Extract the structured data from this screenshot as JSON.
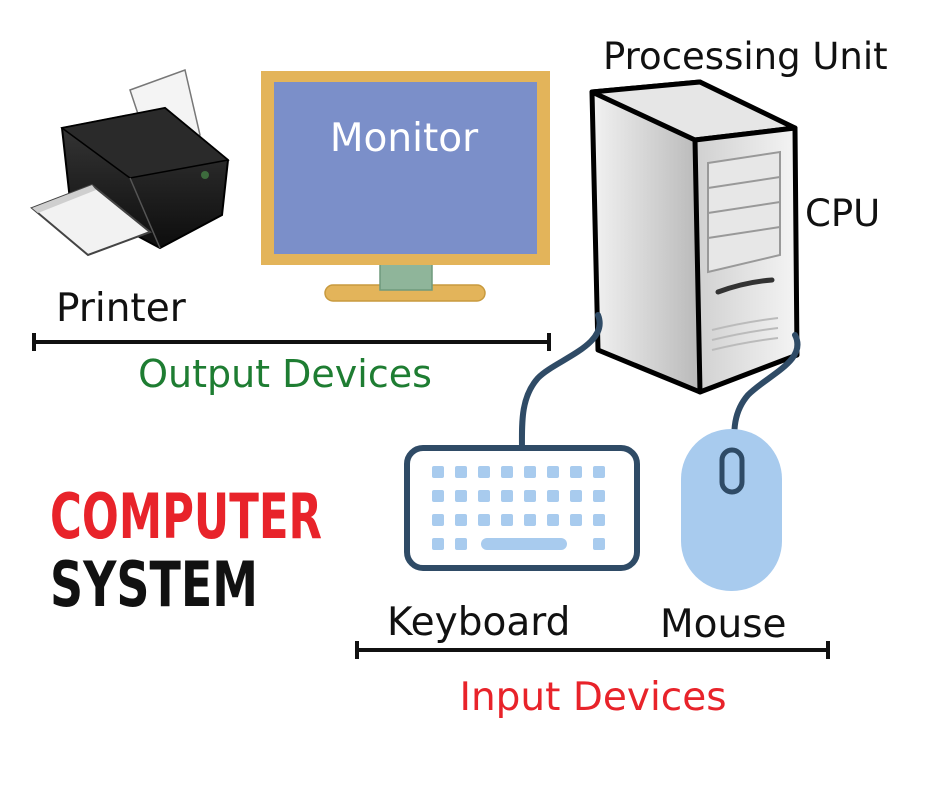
{
  "labels": {
    "processing_unit": "Processing Unit",
    "monitor": "Monitor",
    "cpu": "CPU",
    "printer": "Printer",
    "output_devices": "Output Devices",
    "keyboard": "Keyboard",
    "mouse": "Mouse",
    "input_devices": "Input Devices"
  },
  "title": {
    "line1": "COMPUTER",
    "line2": "SYSTEM"
  },
  "colors": {
    "output_group": "#1e7d32",
    "input_group": "#e8232a",
    "title_line1": "#e8232a",
    "title_line2": "#111111",
    "monitor_screen": "#7b8fc9",
    "monitor_frame": "#e3b45a",
    "cable": "#2f4b66",
    "keyboard_keys": "#a8cbee",
    "mouse_body": "#a8cbee"
  },
  "icons": {
    "printer": "printer-icon",
    "monitor": "monitor-icon",
    "cpu_tower": "cpu-tower-icon",
    "keyboard": "keyboard-icon",
    "mouse": "mouse-icon"
  }
}
